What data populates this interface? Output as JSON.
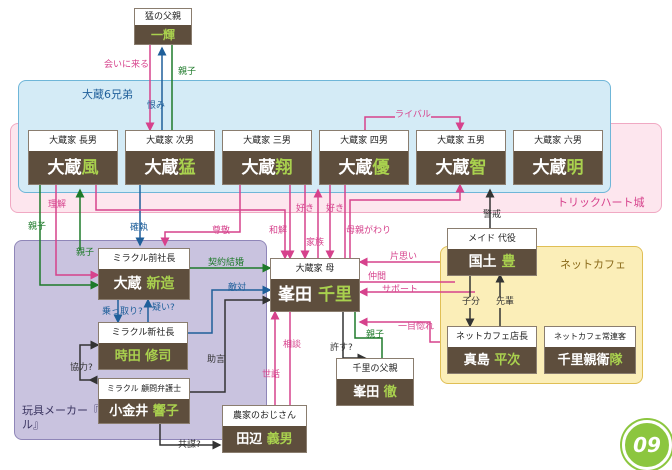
{
  "groups": {
    "brothers": "大蔵6兄弟",
    "trickhart": "トリックハート城",
    "toy_company": "玩具メーカー『ミラクル』",
    "netcafe": "ネットカフェ"
  },
  "nodes": {
    "takeshi_father": {
      "role": "猛の父親",
      "name": "一輝",
      "name_plain": "",
      "name_hl": "一輝"
    },
    "fuu": {
      "role": "大蔵家 長男",
      "name_plain": "大蔵",
      "name_hl": "風"
    },
    "takeru": {
      "role": "大蔵家 次男",
      "name_plain": "大蔵",
      "name_hl": "猛"
    },
    "shou": {
      "role": "大蔵家 三男",
      "name_plain": "大蔵",
      "name_hl": "翔"
    },
    "yuu": {
      "role": "大蔵家 四男",
      "name_plain": "大蔵",
      "name_hl": "優"
    },
    "tomo": {
      "role": "大蔵家 五男",
      "name_plain": "大蔵",
      "name_hl": "智"
    },
    "akira": {
      "role": "大蔵家 六男",
      "name_plain": "大蔵",
      "name_hl": "明"
    },
    "maid": {
      "role": "メイド 代役",
      "name_plain": "国土 ",
      "name_hl": "豊"
    },
    "shinzo": {
      "role": "ミラクル前社長",
      "name_plain": "大蔵 ",
      "name_hl": "新造"
    },
    "mother": {
      "role": "大蔵家 母",
      "name_plain": "峯田 ",
      "name_hl": "千里"
    },
    "shuji": {
      "role": "ミラクル新社長",
      "name_plain": "",
      "name_hl": "時田 修司"
    },
    "kyoko": {
      "role": "ミラクル 顧問弁護士",
      "name_plain": "小金井 ",
      "name_hl": "響子"
    },
    "mother_father": {
      "role": "千里の父親",
      "name_plain": "峯田 ",
      "name_hl": "徹"
    },
    "manager": {
      "role": "ネットカフェ店長",
      "name_plain": "真島 ",
      "name_hl": "平次"
    },
    "regular": {
      "role": "ネットカフェ常連客",
      "name_plain": "千里親衛",
      "name_hl": "隊"
    },
    "farmer": {
      "role": "農家のおじさん",
      "name_plain": "田辺 ",
      "name_hl": "義男"
    }
  },
  "edges": {
    "aini_kuru": "会いに来る",
    "oyako1": "親子",
    "urami": "恨み",
    "rival": "ライバル",
    "rikai": "理解",
    "oyako2": "親子",
    "oyako3": "親子",
    "kakushitsu": "確執",
    "sonkei": "尊敬",
    "waboku": "和解",
    "suki1": "好き",
    "kazoku": "家族",
    "suki2": "好き",
    "hahaoyagawari": "母親がわり",
    "keiei": "警戒",
    "keiyaku": "契約結婚",
    "kataomoi": "片思い",
    "nakama": "仲間",
    "support": "サポート",
    "norittori": "乗っ取り?",
    "utagai": "疑い?",
    "tekitai": "敵対",
    "kogun": "子分",
    "senpai": "先輩",
    "hitomebore": "一目惚れ",
    "kyouryoku": "協力?",
    "jogen": "助言",
    "yurusu": "許す?",
    "oyako4": "親子",
    "soudan": "相談",
    "sewa": "世話",
    "kyoubou": "共謀?"
  },
  "badge": "09",
  "colors": {
    "pink": "#d6428c",
    "green": "#1e7a2a",
    "blue": "#1f5f9a",
    "gray": "#333333"
  }
}
